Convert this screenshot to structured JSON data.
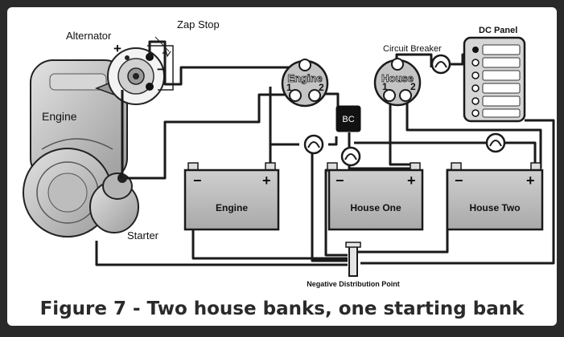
{
  "diagram": {
    "title_labels": {
      "alternator": "Alternator",
      "zap_stop": "Zap Stop",
      "engine_block": "Engine",
      "starter": "Starter",
      "circuit_breaker": "Circuit Breaker",
      "dc_panel": "DC Panel",
      "battery_combiner": "BC",
      "negative_distribution": "Negative Distribution Point"
    },
    "switches": [
      {
        "name": "Engine",
        "pos1": "1",
        "pos2": "2"
      },
      {
        "name": "House",
        "pos1": "1",
        "pos2": "2"
      }
    ],
    "batteries": [
      {
        "label": "Engine",
        "neg": "−",
        "pos": "+"
      },
      {
        "label": "House One",
        "neg": "−",
        "pos": "+"
      },
      {
        "label": "House Two",
        "neg": "−",
        "pos": "+"
      }
    ],
    "alternator_terminals": {
      "pos": "+",
      "neg": "−"
    },
    "caption": "Figure 7 - Two house banks, one starting bank"
  },
  "colors": {
    "frame": "#2a2a2a",
    "background": "#ffffff",
    "battery_fill": "#bdbdbd",
    "engine_fill": "#c8c8c8",
    "wire": "#1a1a1a"
  }
}
